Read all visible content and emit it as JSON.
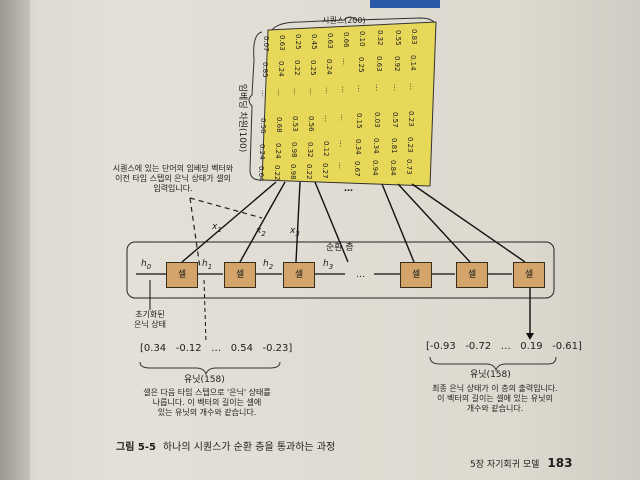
{
  "figure": {
    "seq_label": "시퀀스(200)",
    "embed_label": "임베딩 차원(100)",
    "matrix": {
      "top": [
        [
          "0.07",
          "0.63",
          "0.25",
          "0.45",
          "0.63",
          "0.66",
          "0.10",
          "0.32",
          "0.55",
          "0.83"
        ],
        [
          "0.85",
          "0.24",
          "0.22",
          "0.25",
          "0.24",
          "…",
          "0.25",
          "0.63",
          "0.92",
          "0.14"
        ],
        [
          "…",
          "…",
          "…",
          "…",
          "…",
          "…",
          "…",
          "…",
          "…",
          "…"
        ],
        [
          "0.56",
          "0.68",
          "0.53",
          "0.56",
          "…",
          "…",
          "0.15",
          "0.03",
          "0.57",
          "0.23"
        ],
        [
          "0.24",
          "0.24",
          "0.98",
          "0.32",
          "0.12",
          "…",
          "0.34",
          "0.34",
          "0.81",
          "0.23"
        ],
        [
          "0.64",
          "0.22",
          "0.98",
          "0.22",
          "0.27",
          "…",
          "0.67",
          "0.94",
          "0.84",
          "0.73"
        ]
      ]
    },
    "matrix_ellipsis": "…",
    "annot_embed": "시퀀스에 있는 단어의 임베딩 벡터와\n이전 타임 스텝의 은닉 상태가 셀의\n입력입니다.",
    "inputs": [
      "x",
      "x",
      "x"
    ],
    "input_subs": [
      "1",
      "2",
      "3"
    ],
    "loop_title": "순환 층",
    "cell_label": "셀",
    "hidden": [
      "h",
      "h",
      "h",
      "h"
    ],
    "hidden_subs": [
      "0",
      "1",
      "2",
      "3"
    ],
    "loop_ellipsis": "…",
    "init_label": "초기화된\n은닉 상태",
    "left_vec": {
      "v1": "[0.34",
      "v2": "-0.12",
      "dots": "…",
      "v3": "0.54",
      "v4": "-0.23]"
    },
    "right_vec": {
      "v1": "[-0.93",
      "v2": "-0.72",
      "dots": "…",
      "v3": "0.19",
      "v4": "-0.61]"
    },
    "units_left": "유닛(158)",
    "units_right": "유닛(158)",
    "note_left": "셀은 다음 타임 스텝으로 '은닉' 상태를\n나릅니다. 이 벡터의 길이는 셀에\n있는 유닛의 개수와 같습니다.",
    "note_right": "최종 은닉 상태가 이 층의 출력입니다.\n이 벡터의 길이는 셀에 있는 유닛의\n개수와 같습니다.",
    "caption_num": "그림 5-5",
    "caption_text": "하나의 시퀀스가 순환 층을 통과하는 과정",
    "footer_chapter": "5장 자기회귀 모델",
    "footer_page": "183"
  }
}
